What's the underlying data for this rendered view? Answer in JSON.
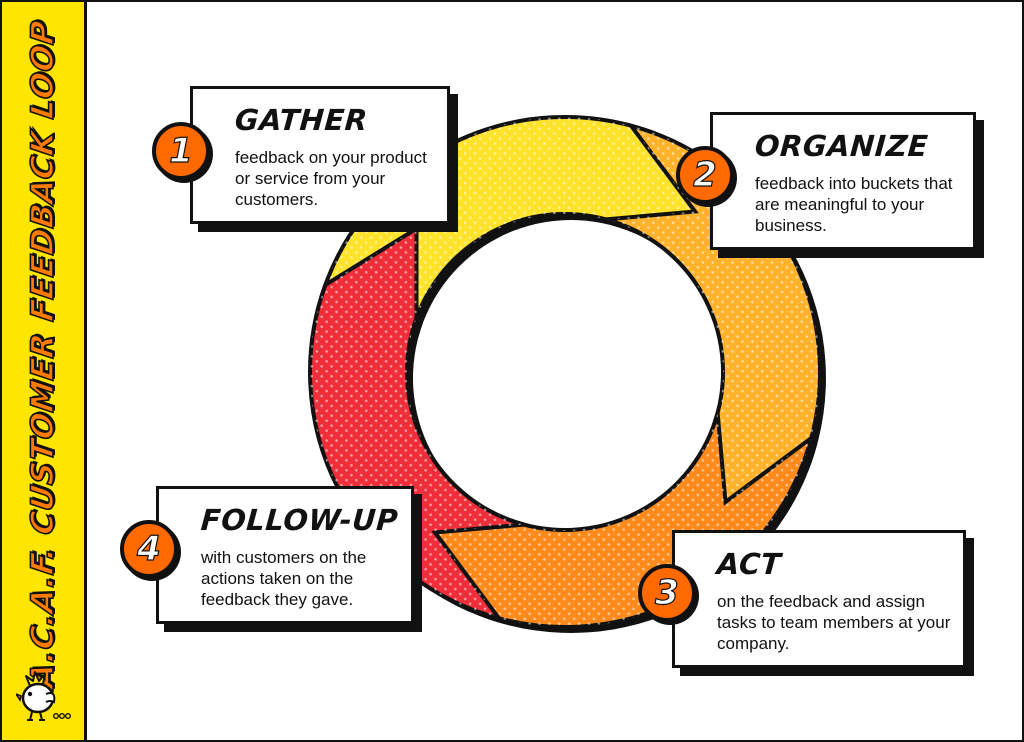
{
  "title": "A.C.A.F. CUSTOMER FEEDBACK LOOP",
  "steps": [
    {
      "number": "1",
      "heading": "GATHER",
      "text": "feedback on your product or service from your customers.",
      "color": "#ffe22a"
    },
    {
      "number": "2",
      "heading": "ORGANIZE",
      "text": "feedback into buckets that are meaningful to your business.",
      "color": "#ffb22a"
    },
    {
      "number": "3",
      "heading": "ACT",
      "text": "on the feedback and assign tasks to team members at your company.",
      "color": "#ff8a1c"
    },
    {
      "number": "4",
      "heading": "FOLLOW-UP",
      "text": "with customers on the actions taken on the feedback they gave.",
      "color": "#ef2e3a"
    }
  ],
  "colors": {
    "sidebar": "#ffe500",
    "title_text": "#ff7a00",
    "badge": "#ff6a00",
    "outline": "#111111"
  },
  "mascot_icon": "chicken-mascot-icon"
}
